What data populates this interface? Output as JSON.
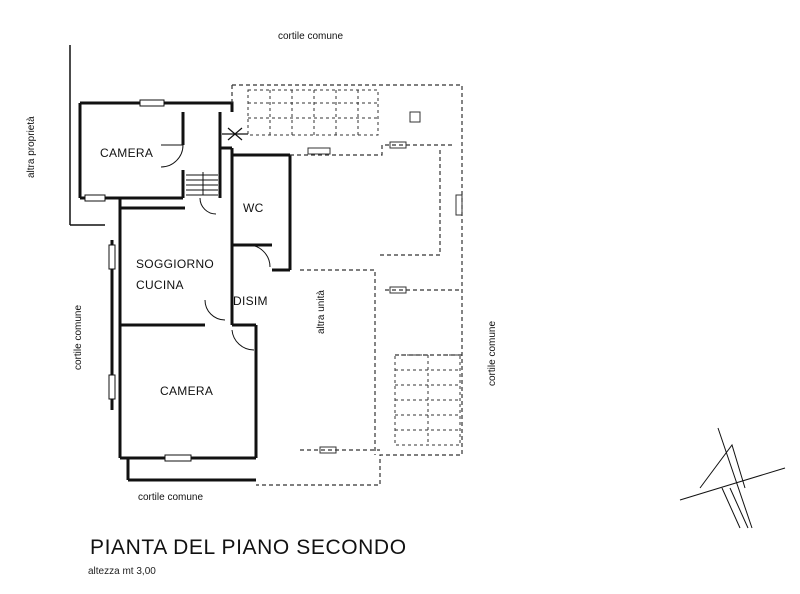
{
  "context_labels": {
    "top": "cortile comune",
    "left_upper": "altra proprietà",
    "left_lower": "cortile comune",
    "right": "cortile comune",
    "bottom": "cortile comune",
    "center_vertical": "altra unità"
  },
  "rooms": {
    "camera_top": "CAMERA",
    "wc": "WC",
    "soggiorno_line1": "SOGGIORNO",
    "soggiorno_line2": "CUCINA",
    "disim": "DISIM",
    "camera_bottom": "CAMERA"
  },
  "title": "PIANTA DEL PIANO SECONDO",
  "subtitle": "altezza mt 3,00",
  "colors": {
    "ink": "#111111",
    "dashed": "#333333",
    "paper": "#ffffff"
  }
}
